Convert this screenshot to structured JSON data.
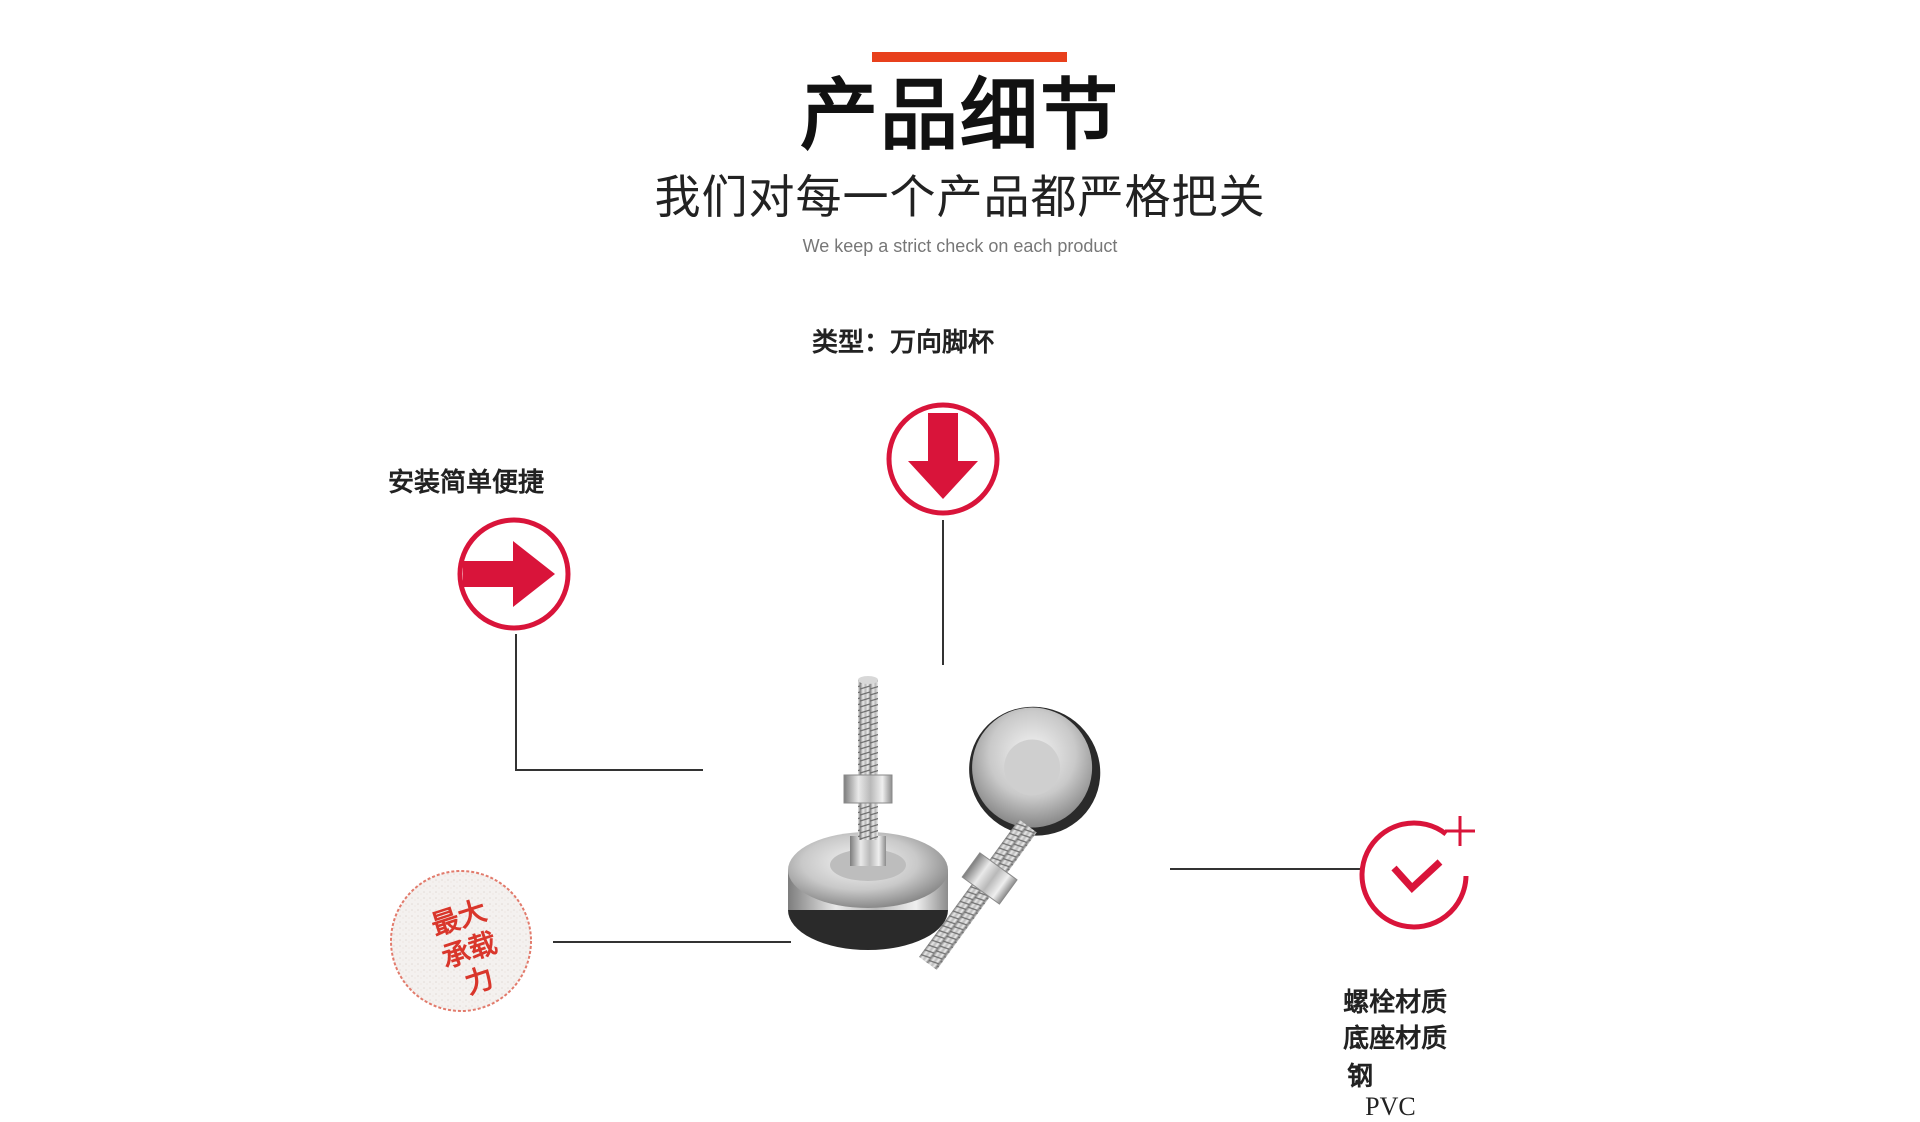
{
  "header": {
    "title": "产品细节",
    "subtitle": "我们对每一个产品都严格把关",
    "subtitle_en": "We keep a strict check on each product"
  },
  "type_label": "类型：万向脚杯",
  "features": {
    "install_label": "安装简单便捷",
    "stamp_line1": "最大",
    "stamp_line2": "承载",
    "stamp_line3": "力"
  },
  "specs": {
    "bolt_label": "螺栓材质",
    "bolt_sep": "：",
    "bolt_value": "钢",
    "base_label": "底座材质",
    "base_sep": "：",
    "base_value": "PVC"
  },
  "colors": {
    "accent_bar": "#e8401c",
    "icon_red": "#d9143a",
    "stamp_red": "#d9362b"
  },
  "icons": {
    "down": "down-arrow-icon",
    "right": "right-arrow-icon",
    "check": "check-plus-icon",
    "stamp": "max-load-stamp-icon"
  }
}
